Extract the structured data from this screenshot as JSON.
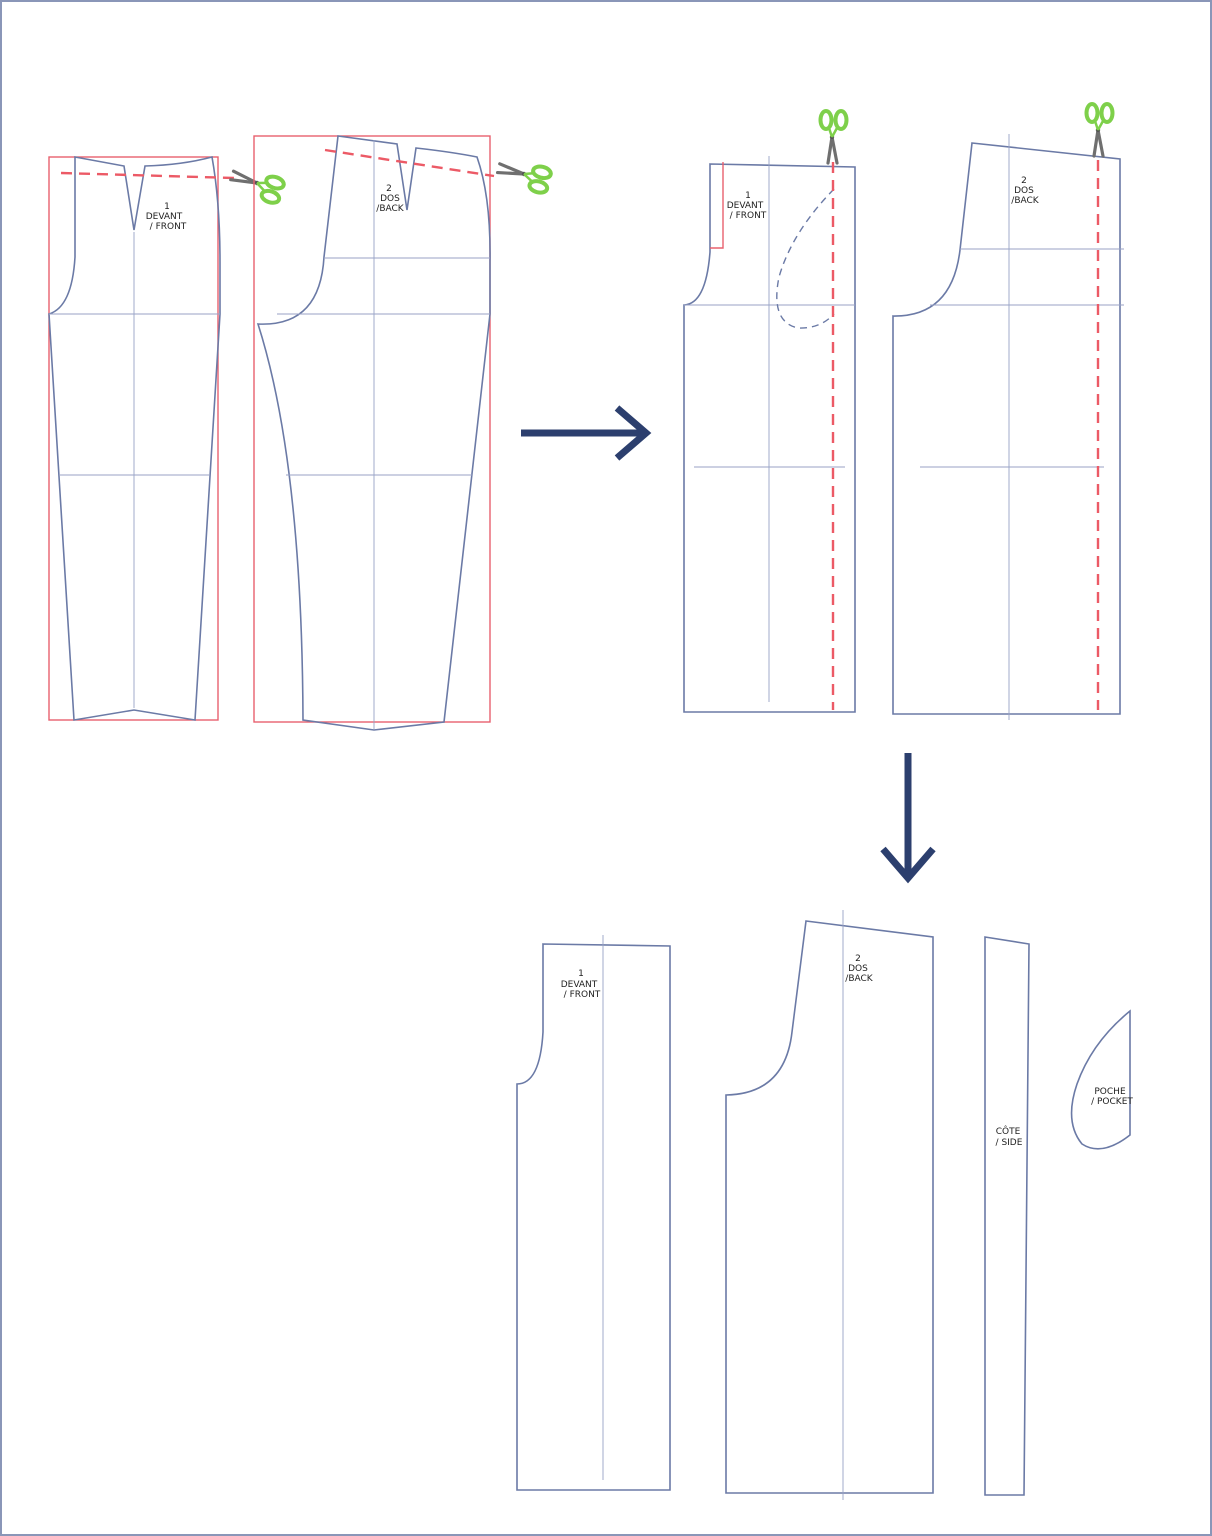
{
  "colors": {
    "pattern_line": "#6b7aa6",
    "cut_line": "#ec5a66",
    "bounding_box": "#e8606e",
    "arrow": "#2c3f6e",
    "scissors_handle": "#7ed04a",
    "scissors_blade": "#6f6f6f"
  },
  "icons": {
    "scissors": "scissors-icon",
    "arrow_right": "arrow-right-icon",
    "arrow_down": "arrow-down-icon"
  },
  "step1": {
    "front": {
      "num": "1",
      "fr": "DEVANT",
      "en": "/ FRONT"
    },
    "back": {
      "num": "2",
      "fr": "DOS",
      "en": "/BACK"
    }
  },
  "step2": {
    "front": {
      "num": "1",
      "fr": "DEVANT",
      "en": "/ FRONT"
    },
    "back": {
      "num": "2",
      "fr": "DOS",
      "en": "/BACK"
    }
  },
  "step3": {
    "front": {
      "num": "1",
      "fr": "DEVANT",
      "en": "/ FRONT"
    },
    "back": {
      "num": "2",
      "fr": "DOS",
      "en": "/BACK"
    },
    "side": {
      "fr": "CÔTE",
      "en": "/ SIDE"
    },
    "pocket": {
      "fr": "POCHE",
      "en": "/ POCKET"
    }
  }
}
